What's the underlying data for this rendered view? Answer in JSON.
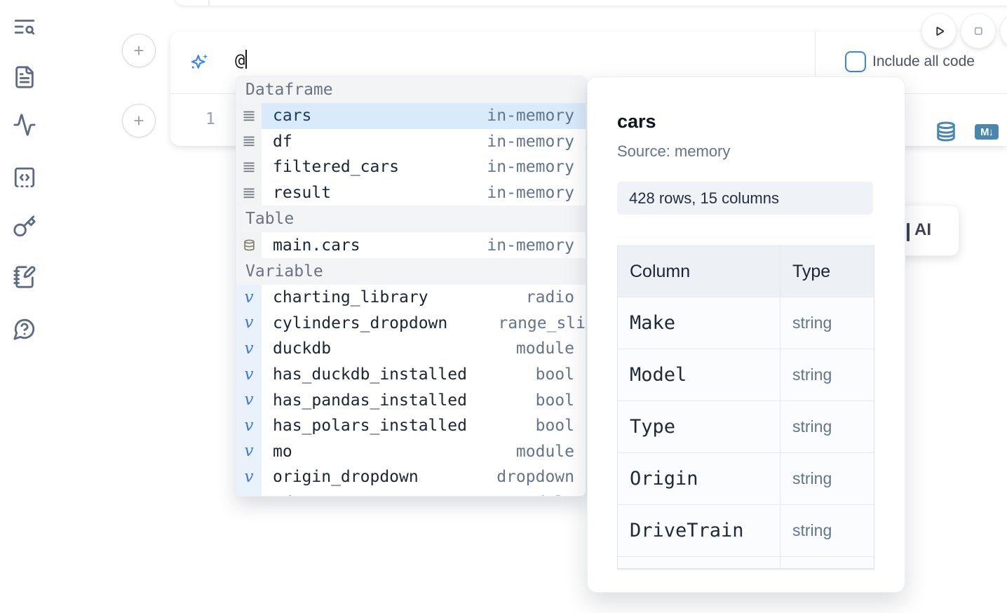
{
  "sidebar": {
    "icons": [
      {
        "name": "text-search-icon"
      },
      {
        "name": "file-text-icon"
      },
      {
        "name": "activity-icon"
      },
      {
        "name": "code-snippets-icon"
      },
      {
        "name": "key-icon"
      },
      {
        "name": "scratchpad-icon"
      },
      {
        "name": "help-icon"
      }
    ]
  },
  "run_controls": {
    "icons": [
      "play-icon",
      "stop-icon"
    ]
  },
  "ai_bar": {
    "input_value": "@",
    "include_all_code_label": "Include all code",
    "checkbox_checked": false,
    "sparkle_icon": "sparkles-icon"
  },
  "code_cell": {
    "line_number": "1",
    "toolbar_icons": [
      "database-icon",
      "markdown-icon"
    ],
    "markdown_badge_text": "M↓"
  },
  "autocomplete": {
    "sections": [
      {
        "label": "Dataframe",
        "kind": "data",
        "icon": "dataframe-rows-icon",
        "items": [
          {
            "name": "cars",
            "detail": "in-memory",
            "selected": true
          },
          {
            "name": "df",
            "detail": "in-memory"
          },
          {
            "name": "filtered_cars",
            "detail": "in-memory"
          },
          {
            "name": "result",
            "detail": "in-memory"
          }
        ]
      },
      {
        "label": "Table",
        "kind": "data",
        "icon": "database-icon",
        "items": [
          {
            "name": "main.cars",
            "detail": "in-memory"
          }
        ]
      },
      {
        "label": "Variable",
        "kind": "var",
        "icon": "variable-icon",
        "items": [
          {
            "name": "charting_library",
            "detail": "radio"
          },
          {
            "name": "cylinders_dropdown",
            "detail": "range_sli",
            "flush": true
          },
          {
            "name": "duckdb",
            "detail": "module"
          },
          {
            "name": "has_duckdb_installed",
            "detail": "bool"
          },
          {
            "name": "has_pandas_installed",
            "detail": "bool"
          },
          {
            "name": "has_polars_installed",
            "detail": "bool"
          },
          {
            "name": "mo",
            "detail": "module"
          },
          {
            "name": "origin_dropdown",
            "detail": "dropdown"
          },
          {
            "name": "pd",
            "detail": "module",
            "partial": true
          }
        ]
      }
    ]
  },
  "preview": {
    "title": "cars",
    "source_label": "Source: memory",
    "summary": "428 rows, 15 columns",
    "table": {
      "headers": [
        "Column",
        "Type"
      ],
      "rows": [
        [
          "Make",
          "string"
        ],
        [
          "Model",
          "string"
        ],
        [
          "Type",
          "string"
        ],
        [
          "Origin",
          "string"
        ],
        [
          "DriveTrain",
          "string"
        ]
      ]
    }
  },
  "ai_card": {
    "label": "AI"
  },
  "colors": {
    "accent_blue": "#3b82f6",
    "selected_row_bg": "#d9eafb",
    "toolbar_icon_blue": "#4a87ad",
    "sidebar_icon": "#5b6b83"
  }
}
